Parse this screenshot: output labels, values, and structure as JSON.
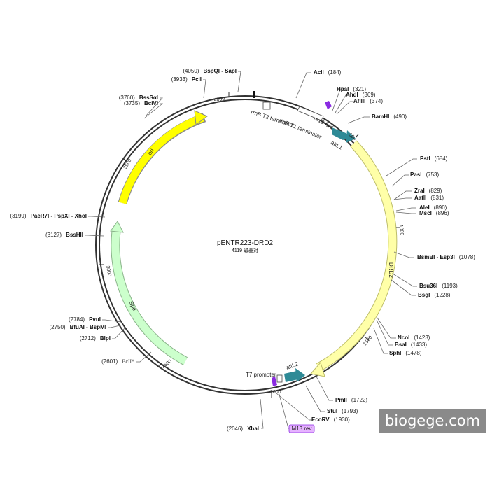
{
  "plasmid": {
    "name": "pENTR223-DRD2",
    "size_label": "4119 碱基对",
    "length": 4119
  },
  "ticks": [
    "500",
    "1000",
    "1500",
    "2000",
    "2500",
    "3000",
    "3500",
    "4000"
  ],
  "sites": [
    {
      "name": "AclI",
      "pos": "(184)"
    },
    {
      "name": "HpaI",
      "pos": "(321)"
    },
    {
      "name": "AhdI",
      "pos": "(369)"
    },
    {
      "name": "AflIII",
      "pos": "(374)"
    },
    {
      "name": "BamHI",
      "pos": "(490)"
    },
    {
      "name": "PstI",
      "pos": "(684)"
    },
    {
      "name": "PasI",
      "pos": "(753)"
    },
    {
      "name": "ZraI",
      "pos": "(829)"
    },
    {
      "name": "AatII",
      "pos": "(831)"
    },
    {
      "name": "AleI",
      "pos": "(890)"
    },
    {
      "name": "MscI",
      "pos": "(896)"
    },
    {
      "name": "BsmBI - Esp3I",
      "pos": "(1078)"
    },
    {
      "name": "Bsu36I",
      "pos": "(1193)"
    },
    {
      "name": "BsgI",
      "pos": "(1228)"
    },
    {
      "name": "NcoI",
      "pos": "(1423)"
    },
    {
      "name": "BsaI",
      "pos": "(1433)"
    },
    {
      "name": "SphI",
      "pos": "(1478)"
    },
    {
      "name": "PmlI",
      "pos": "(1722)"
    },
    {
      "name": "StuI",
      "pos": "(1793)"
    },
    {
      "name": "EcoRV",
      "pos": "(1930)"
    },
    {
      "name": "XbaI",
      "pos": "(2046)"
    },
    {
      "name": "BclI*",
      "pos": "(2601)"
    },
    {
      "name": "BlpI",
      "pos": "(2712)"
    },
    {
      "name": "BfuAI - BspMI",
      "pos": "(2750)"
    },
    {
      "name": "PvuI",
      "pos": "(2784)"
    },
    {
      "name": "BssHII",
      "pos": "(3127)"
    },
    {
      "name": "PaeR7I - PspXI - XhoI",
      "pos": "(3199)"
    },
    {
      "name": "BciVI",
      "pos": "(3735)"
    },
    {
      "name": "BssSαI",
      "pos": "(3760)"
    },
    {
      "name": "PciI",
      "pos": "(3933)"
    },
    {
      "name": "BspQI - SapI",
      "pos": "(4050)"
    }
  ],
  "features": {
    "ori": "ori",
    "spe": "Spe",
    "drd2": "DRD2",
    "attl1": "attL1",
    "attl2": "attL2",
    "m13_fwd": "M13 fwd",
    "rrnb_t1": "rrnB T1 terminator",
    "rrnb_t2": "rrnB T2 terminator",
    "t7_promoter": "T7 promoter",
    "m13_rev": "M13 rev"
  },
  "colors": {
    "backbone": "#333333",
    "ori": "#ffff00",
    "spe": "#ccffcc",
    "drd2": "#ffffa8",
    "attl": "#2e8a96",
    "m13": "#8a2be2",
    "m13_rev_badge": "#e6b3ff"
  },
  "watermark": "biogege.com"
}
